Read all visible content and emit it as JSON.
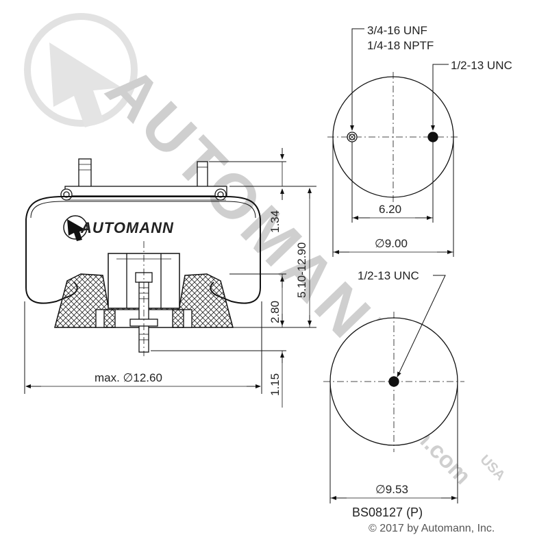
{
  "watermark": {
    "brand": "AUTOMANN",
    "url": "automann.com",
    "tag": "USA"
  },
  "side_view": {
    "logo_text": "AUTOMANN",
    "dim_top_height": "1.34",
    "dim_overall_height": "5.10-12.90",
    "dim_piston_height": "2.80",
    "dim_stud_height": "1.15",
    "max_diameter": "max. ∅12.60"
  },
  "top_view": {
    "port_label_1": "3/4-16 UNF",
    "port_label_2": "1/4-18 NPTF",
    "stud_label": "1/2-13 UNC",
    "spacing": "6.20",
    "diameter": "∅9.00"
  },
  "bottom_view": {
    "stud_label": "1/2-13 UNC",
    "diameter": "∅9.53"
  },
  "part_number": "BS08127 (P)",
  "copyright": "© 2017 by Automann, Inc.",
  "colors": {
    "line": "#111111",
    "watermark": "#d4d4d4",
    "hatch": "#222222"
  }
}
